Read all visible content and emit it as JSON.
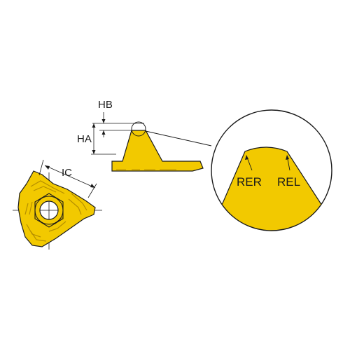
{
  "colors": {
    "insert_fill": "#f2c900",
    "insert_dark": "#b58f00",
    "outline": "#1a1a1a",
    "background": "#ffffff"
  },
  "labels": {
    "ic": "IC",
    "ha": "HA",
    "hb": "HB",
    "rer": "RER",
    "rel": "REL"
  }
}
